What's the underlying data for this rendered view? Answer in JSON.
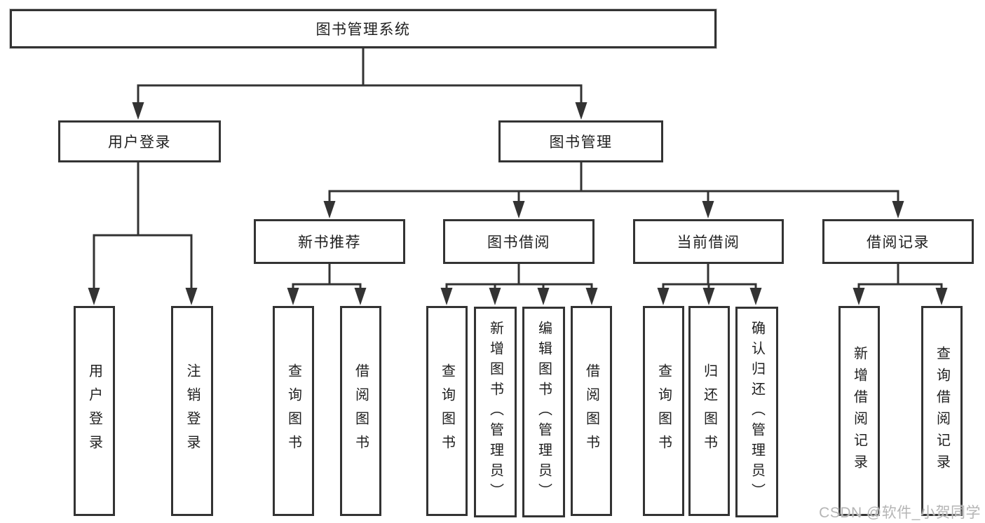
{
  "tree": {
    "root": {
      "label": "图书管理系统"
    },
    "branches": [
      {
        "label": "用户登录",
        "children": [
          {
            "label": "用户登录"
          },
          {
            "label": "注销登录"
          }
        ]
      },
      {
        "label": "图书管理",
        "children": [
          {
            "label": "新书推荐",
            "children": [
              {
                "label": "查询图书"
              },
              {
                "label": "借阅图书"
              }
            ]
          },
          {
            "label": "图书借阅",
            "children": [
              {
                "label": "查询图书"
              },
              {
                "label": "新增图书（管理员）"
              },
              {
                "label": "编辑图书（管理员）"
              },
              {
                "label": "借阅图书"
              }
            ]
          },
          {
            "label": "当前借阅",
            "children": [
              {
                "label": "查询图书"
              },
              {
                "label": "归还图书"
              },
              {
                "label": "确认归还（管理员）"
              }
            ]
          },
          {
            "label": "借阅记录",
            "children": [
              {
                "label": "新增借阅记录"
              },
              {
                "label": "查询借阅记录"
              }
            ]
          }
        ]
      }
    ]
  },
  "watermark": {
    "text": "CSDN @软件_小贺同学"
  },
  "colors": {
    "line": "#333333",
    "box_border": "#333333",
    "box_fill": "#ffffff",
    "text": "#1f1f1f",
    "watermark": "#b5b5b5"
  }
}
